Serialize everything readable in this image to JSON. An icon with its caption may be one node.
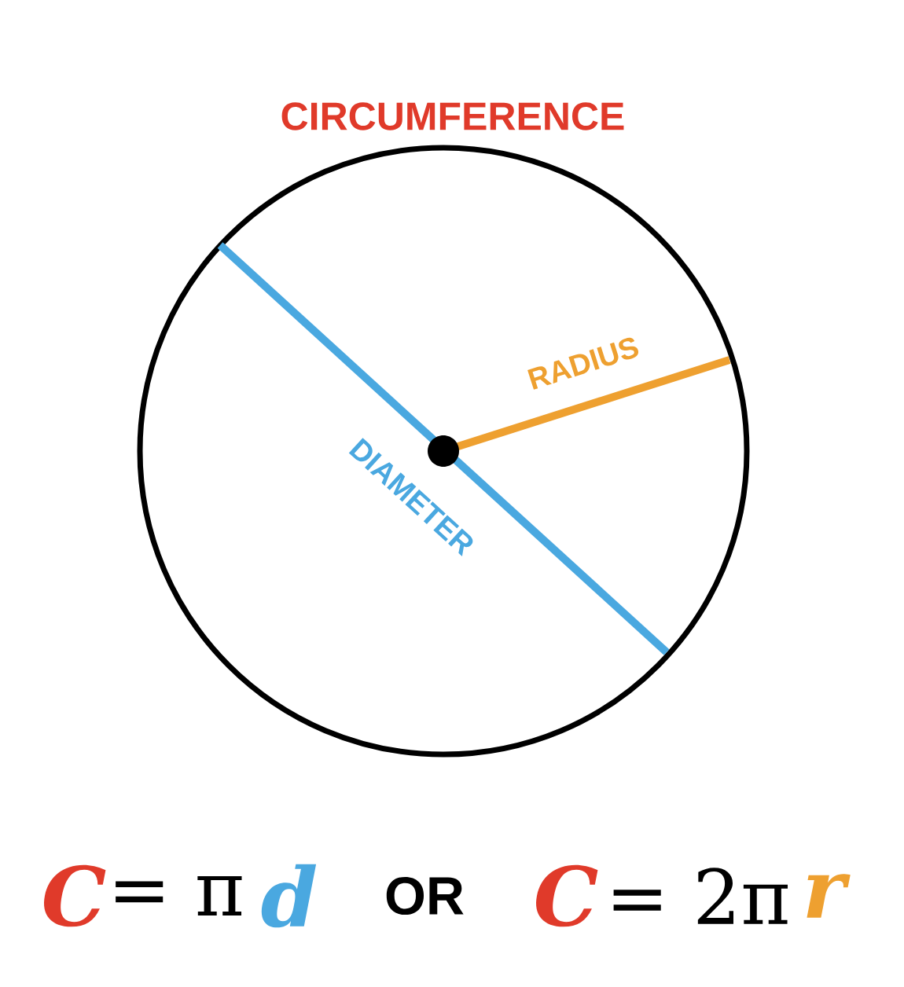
{
  "diagram": {
    "labels": [
      "CIRCUMFERENCE",
      "RADIUS",
      "DIAMETER",
      "C",
      "= π",
      "d",
      "OR",
      "C",
      "= 2π",
      "r"
    ]
  }
}
